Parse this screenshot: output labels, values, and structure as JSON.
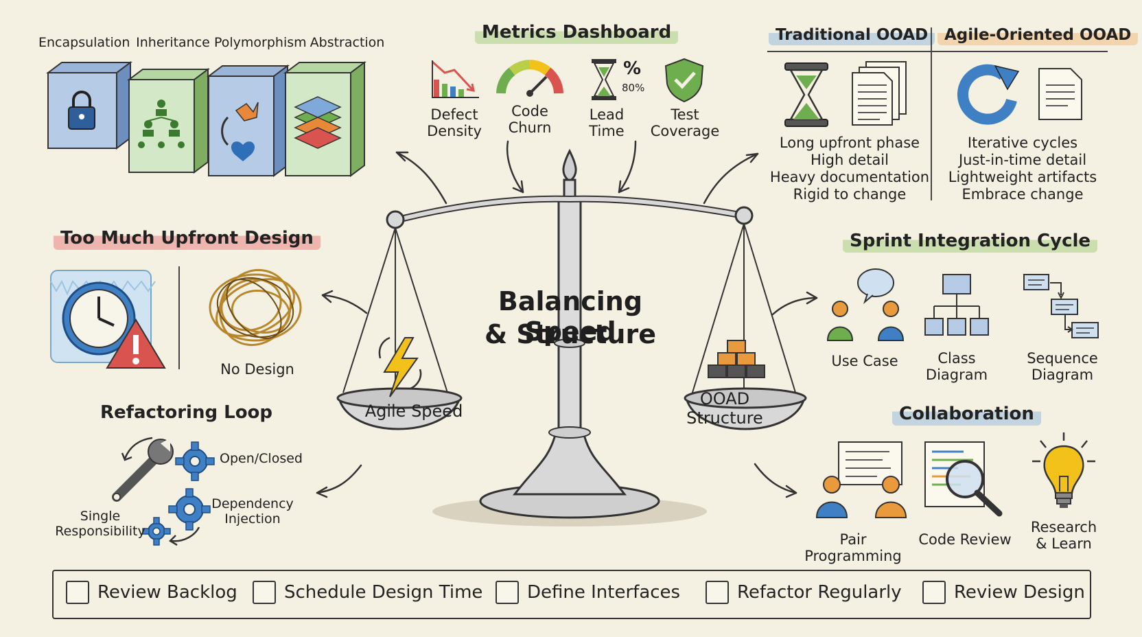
{
  "title": "Balancing Speed & Structure",
  "title_line1": "Balancing Speed",
  "title_line2": "& Structure",
  "pillars": [
    "Encapsulation",
    "Inheritance",
    "Polymorphism",
    "Abstraction"
  ],
  "metrics": {
    "heading": "Metrics Dashboard",
    "items": [
      "Defect Density",
      "Code Churn",
      "Lead Time",
      "Test Coverage"
    ],
    "hourglass_text": "80%",
    "percent_symbol": "%"
  },
  "traditional": {
    "heading": "Traditional OOAD",
    "points": [
      "Long upfront phase",
      "High detail",
      "Heavy documentation",
      "Rigid to change"
    ]
  },
  "agile": {
    "heading": "Agile-Oriented OOAD",
    "points": [
      "Iterative cycles",
      "Just-in-time detail",
      "Lightweight artifacts",
      "Embrace change"
    ]
  },
  "too_much": {
    "heading": "Too Much Upfront Design",
    "no_design": "No Design"
  },
  "refactoring": {
    "heading": "Refactoring Loop",
    "open_closed": "Open/Closed",
    "dependency_injection": "Dependency Injection",
    "single_responsibility": "Single Responsibility"
  },
  "scale": {
    "left_pan": "Agile Speed",
    "right_pan_line1": "OOAD",
    "right_pan_line2": "Structure"
  },
  "sprint": {
    "heading": "Sprint Integration Cycle",
    "items": [
      "Use Case",
      "Class Diagram",
      "Sequence Diagram"
    ]
  },
  "collaboration": {
    "heading": "Collaboration",
    "items": [
      "Pair Programming",
      "Code Review",
      "Research & Learn"
    ]
  },
  "checklist": [
    "Review Backlog",
    "Schedule Design Time",
    "Define Interfaces",
    "Refactor Regularly",
    "Review Design"
  ],
  "colors": {
    "background": "#f4f0e2",
    "green": "#6fae4f",
    "blue": "#3f7fc4",
    "orange": "#e89a3c",
    "red": "#d9534f",
    "yellow": "#f2c21a"
  }
}
